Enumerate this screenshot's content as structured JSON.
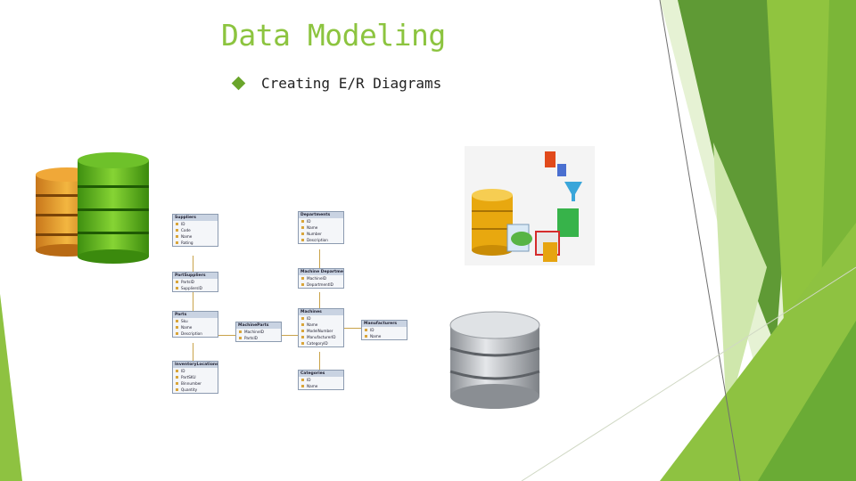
{
  "slide": {
    "title": "Data Modeling",
    "bullets": [
      "Creating E/R Diagrams"
    ]
  },
  "colors": {
    "title": "#8cc43f",
    "bullet": "#6aa52b",
    "decor_dark": "#5e9a2f",
    "decor_mid": "#8fc23f",
    "decor_light": "#c9e4a3"
  },
  "icons": [
    "stacked-databases-icon",
    "data-integration-icon",
    "database-icon"
  ],
  "er_diagram": {
    "entities": [
      {
        "name": "Suppliers",
        "fields": [
          "ID",
          "Code",
          "Name",
          "Rating"
        ]
      },
      {
        "name": "PartSuppliers",
        "fields": [
          "PartsID",
          "SuppliersID"
        ]
      },
      {
        "name": "Parts",
        "fields": [
          "Sku",
          "Name",
          "Description"
        ]
      },
      {
        "name": "InventoryLocations",
        "fields": [
          "ID",
          "PartSKU",
          "Binnumber",
          "Quantity"
        ]
      },
      {
        "name": "MachineParts",
        "fields": [
          "MachineID",
          "PartsID"
        ]
      },
      {
        "name": "Departments",
        "fields": [
          "ID",
          "Name",
          "Number",
          "Description"
        ]
      },
      {
        "name": "Machine Departments",
        "fields": [
          "MachineID",
          "DepartmentID"
        ]
      },
      {
        "name": "Machines",
        "fields": [
          "ID",
          "Name",
          "ModelNumber",
          "ManufacturerID",
          "CategoryID"
        ]
      },
      {
        "name": "Manufacturers",
        "fields": [
          "ID",
          "Name"
        ]
      },
      {
        "name": "Categories",
        "fields": [
          "ID",
          "Name"
        ]
      }
    ]
  }
}
